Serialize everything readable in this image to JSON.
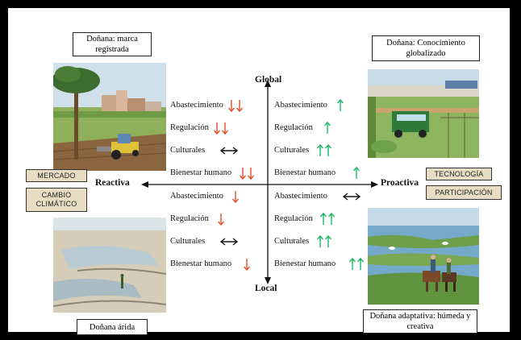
{
  "axes": {
    "top": "Global",
    "bottom": "Local",
    "left": "Reactiva",
    "right": "Proactiva"
  },
  "scenarios": {
    "top_left_title": "Doñana: marca registrada",
    "top_right_title": "Doñana: Conocimiento globalizado",
    "bottom_left_title": "Doñana árida",
    "bottom_right_title": "Doñana adaptativa: húmeda y creativa"
  },
  "drivers": {
    "mercado": "MERCADO",
    "cambio_climatico": "CAMBIO CLIMÁTICO",
    "tecnologia": "TECNOLOGÍA",
    "participacion": "PARTICIPACIÓN"
  },
  "services": {
    "abastecimiento": "Abastecimiento",
    "regulacion": "Regulación",
    "culturales": "Culturales",
    "bienestar": "Bienestar humano"
  },
  "trends": {
    "top_left": [
      "down-double",
      "down-double",
      "both",
      "down-double"
    ],
    "top_right": [
      "up",
      "up",
      "up-double",
      "up"
    ],
    "bottom_left": [
      "down",
      "down",
      "both",
      "down"
    ],
    "bottom_right": [
      "both",
      "up-double",
      "up-double",
      "up-double"
    ]
  },
  "colors": {
    "up": "#1db56a",
    "down": "#e0502a",
    "both": "#111111",
    "tag_fill": "#e8dcc2"
  }
}
